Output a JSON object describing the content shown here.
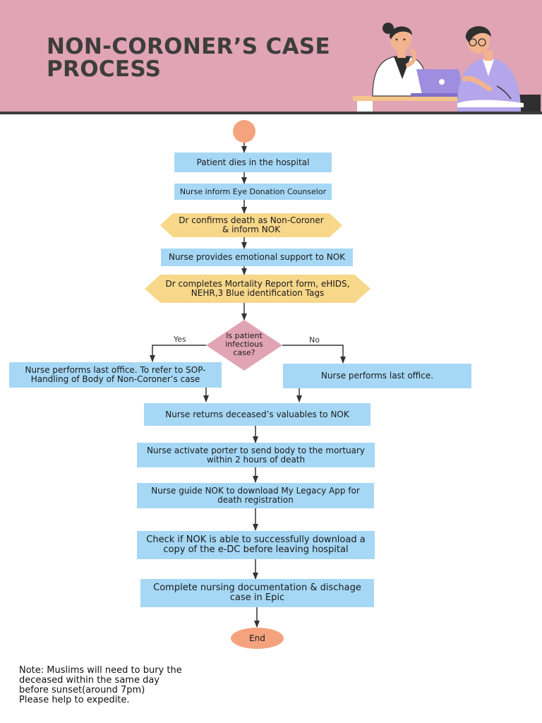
{
  "header": {
    "title_line1": "NON-CORONER’S CASE",
    "title_line2": "PROCESS"
  },
  "colors": {
    "header_bg": "#e0a4b5",
    "process_box": "#a6d8f5",
    "decision_hex": "#f7d78a",
    "diamond": "#e0a4b5",
    "terminator": "#f4a37e"
  },
  "flow": {
    "patient_dies": "Patient dies in the hospital",
    "inform_counselor": "Nurse inform Eye Donation Counselor",
    "dr_confirms": [
      "Dr confirms death as Non-Coroner",
      "& inform NOK"
    ],
    "emotional_support": "Nurse provides emotional support to NOK",
    "dr_completes": [
      "Dr completes Mortality Report form, eHIDS,",
      "NEHR,3 Blue identification Tags"
    ],
    "decision": [
      "Is patient",
      "infectious",
      "case?"
    ],
    "yes_label": "Yes",
    "no_label": "No",
    "last_office_yes": [
      "Nurse performs last office. To refer to SOP-",
      "Handling of Body of Non-Coroner’s case"
    ],
    "last_office_no": "Nurse performs last office.",
    "returns_valuables": "Nurse returns deceased’s valuables to NOK",
    "activate_porter": [
      "Nurse activate porter to send body to the mortuary",
      "within 2 hours of death"
    ],
    "guide_nok": [
      "Nurse guide NOK to download My Legacy App for",
      "death registration"
    ],
    "check_nok": [
      "Check if NOK is able to successfully download a",
      "copy of the e-DC before leaving hospital"
    ],
    "complete_docs": [
      "Complete nursing documentation & dischage",
      "case in Epic"
    ],
    "end": "End"
  },
  "note": [
    "Note: Muslims will need to bury the",
    "deceased within the same day",
    "before sunset(around 7pm)",
    "Please help to expedite."
  ]
}
